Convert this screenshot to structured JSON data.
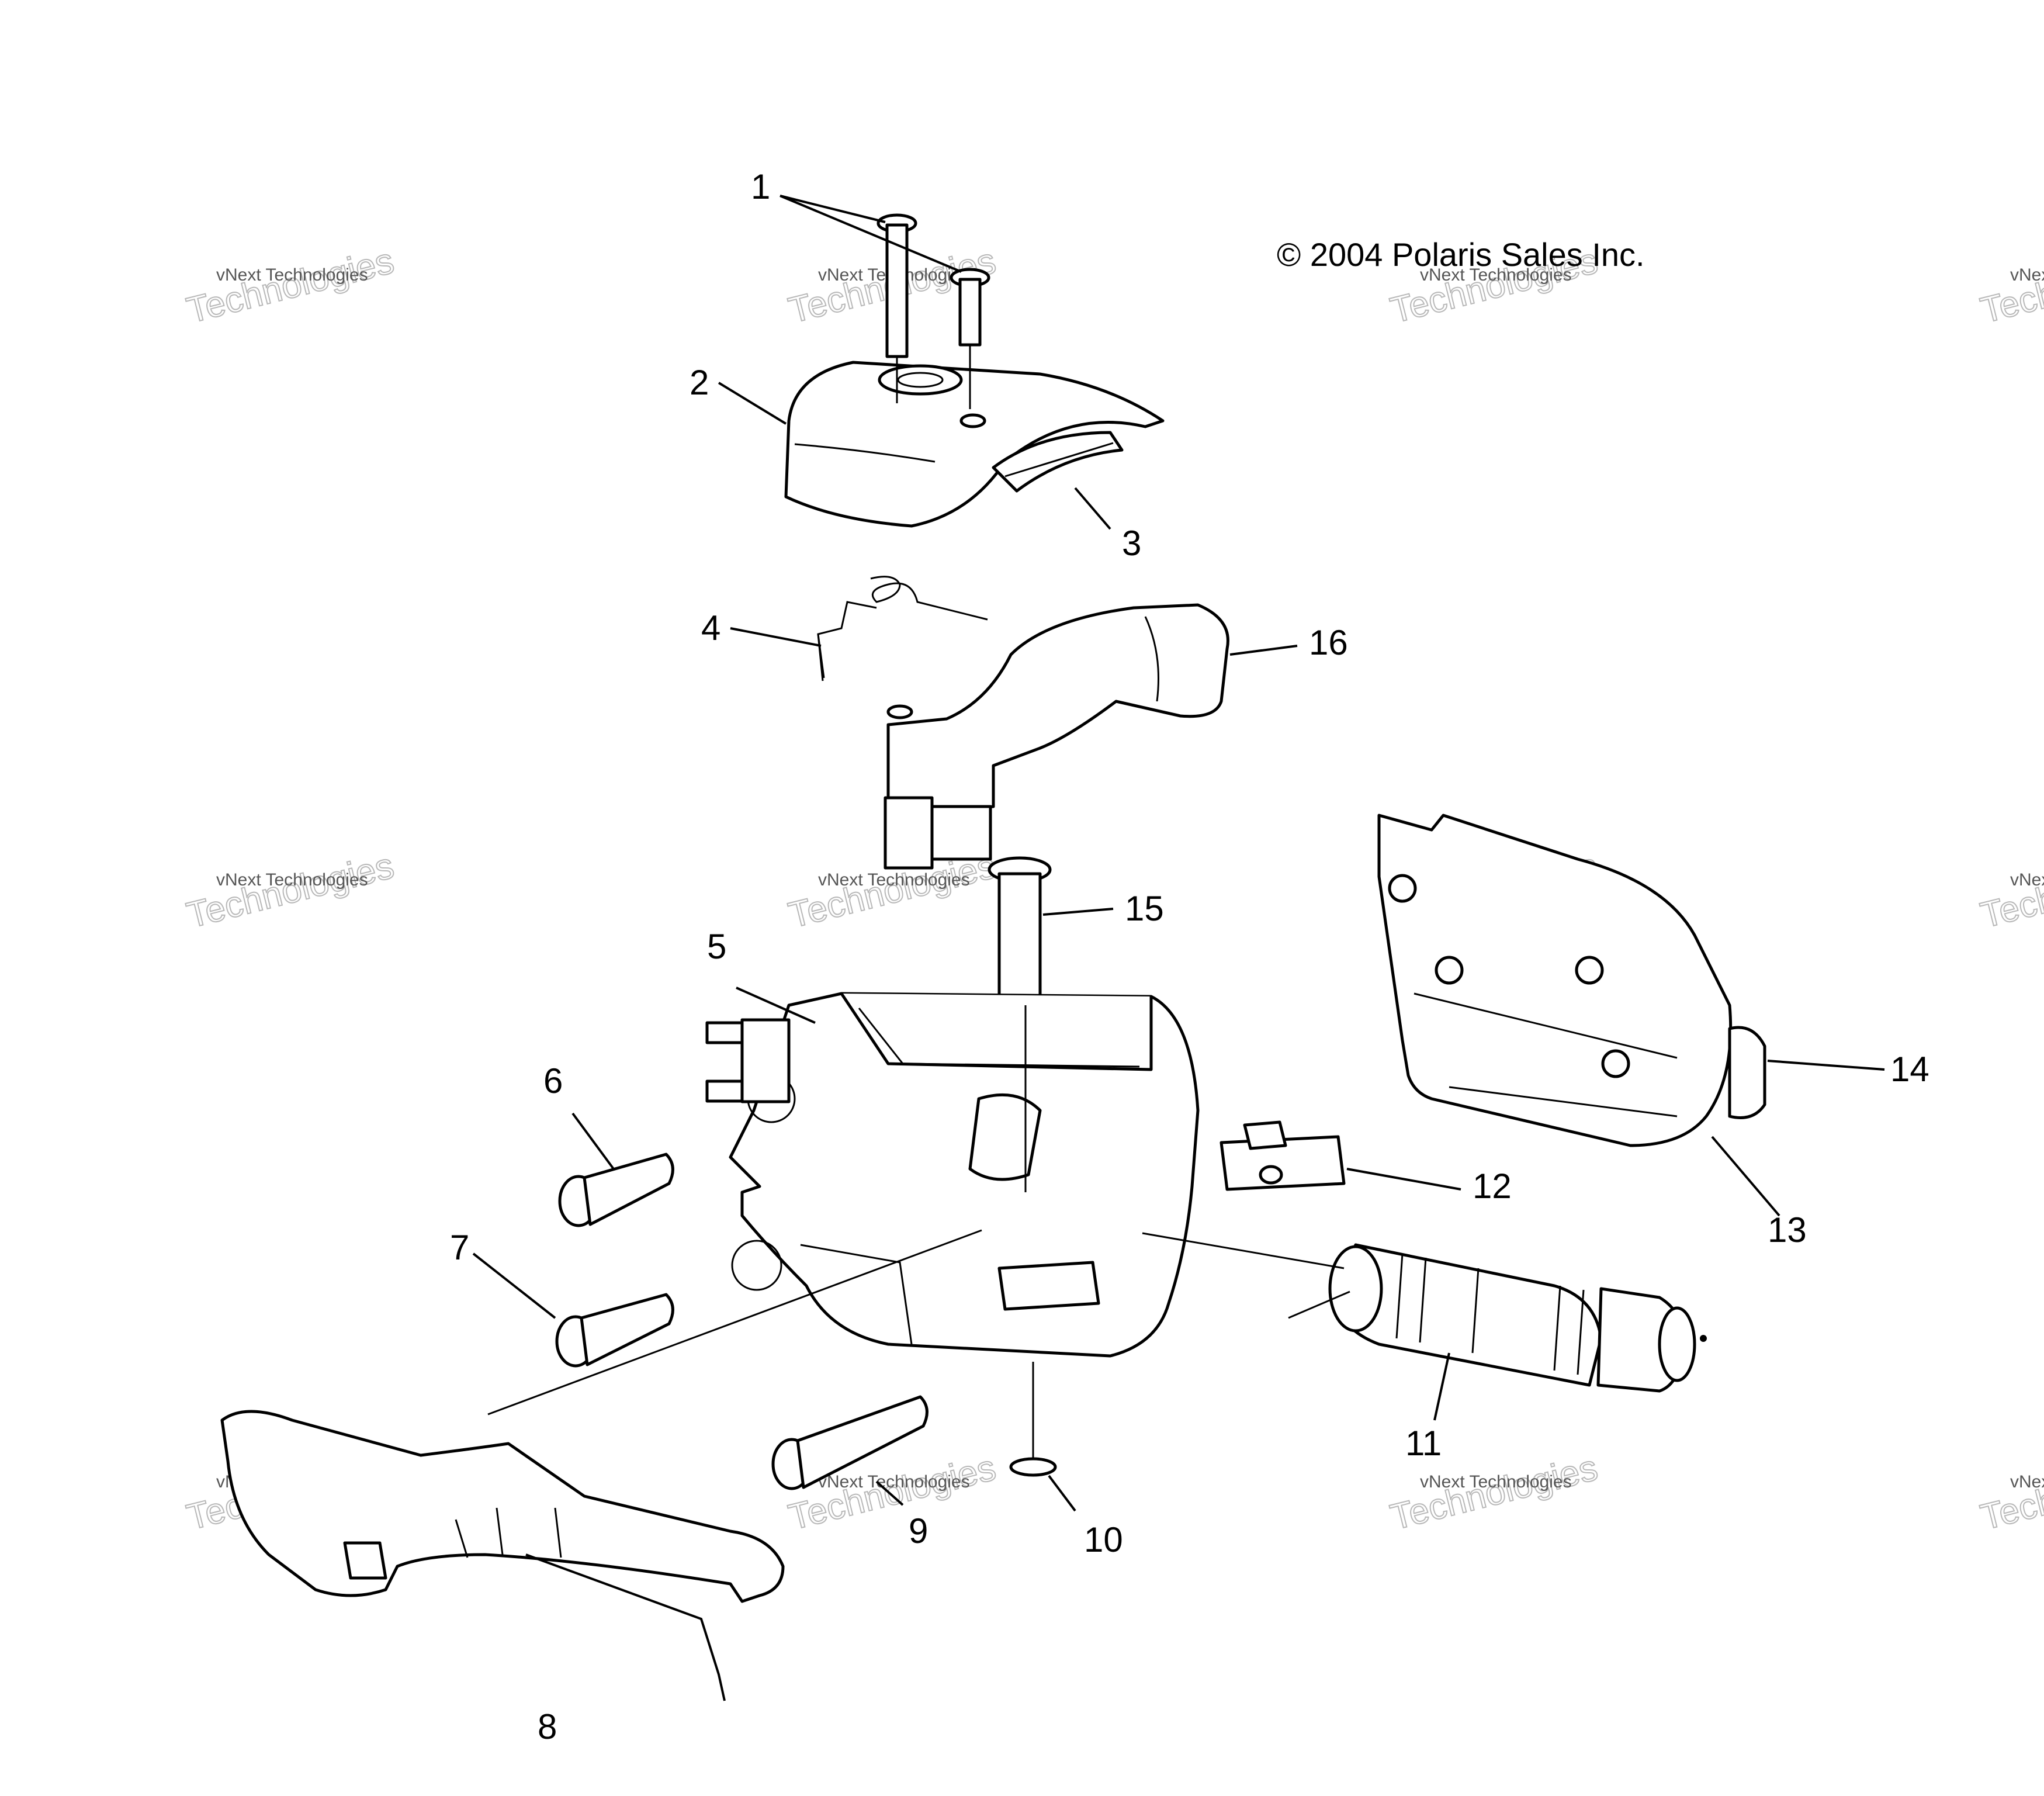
{
  "copyright": "© 2004 Polaris Sales Inc.",
  "watermark": {
    "line1": "vNext Technologies",
    "line2": "Technologies"
  },
  "parts": [
    {
      "id": "1",
      "label": "1"
    },
    {
      "id": "2",
      "label": "2"
    },
    {
      "id": "3",
      "label": "3"
    },
    {
      "id": "4",
      "label": "4"
    },
    {
      "id": "5",
      "label": "5"
    },
    {
      "id": "6",
      "label": "6"
    },
    {
      "id": "7",
      "label": "7"
    },
    {
      "id": "8",
      "label": "8"
    },
    {
      "id": "9",
      "label": "9"
    },
    {
      "id": "10",
      "label": "10"
    },
    {
      "id": "11",
      "label": "11"
    },
    {
      "id": "12",
      "label": "12"
    },
    {
      "id": "13",
      "label": "13"
    },
    {
      "id": "14",
      "label": "14"
    },
    {
      "id": "15",
      "label": "15"
    },
    {
      "id": "16",
      "label": "16"
    }
  ]
}
